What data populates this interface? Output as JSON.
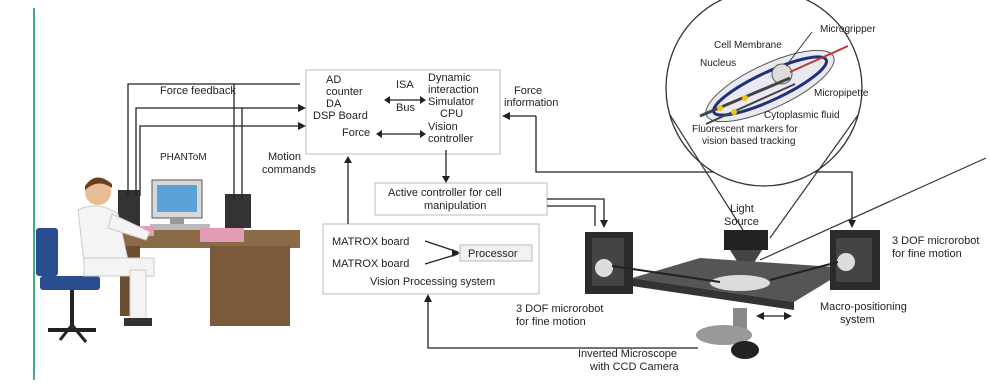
{
  "labels": {
    "force_feedback": "Force feedback",
    "phantom": "PHANToM",
    "motion_commands_1": "Motion",
    "motion_commands_2": "commands",
    "dsp_1": "AD",
    "dsp_2": "counter",
    "dsp_3": "DA",
    "dsp_4": "DSP Board",
    "isa": "ISA",
    "bus": "Bus",
    "sim_1": "Dynamic",
    "sim_2": "interaction",
    "sim_3": "Simulator",
    "sim_4": "CPU",
    "force": "Force",
    "vision_ctrl_1": "Vision",
    "vision_ctrl_2": "controller",
    "force_info_1": "Force",
    "force_info_2": "information",
    "active_1": "Active controller for cell",
    "active_2": "manipulation",
    "matrox_1": "MATROX board",
    "matrox_2": "MATROX board",
    "processor": "Processor",
    "vision_system": "Vision Processing system",
    "cell_membrane": "Cell Membrane",
    "microgripper": "Microgripper",
    "nucleus": "Nucleus",
    "micropipette": "Micropipette",
    "cytoplasmic": "Cytoplasmic fluid",
    "fluorescent_1": "Fluorescent markers for",
    "fluorescent_2": "vision based tracking",
    "light_1": "Light",
    "light_2": "Source",
    "dof_right_1": "3 DOF microrobot",
    "dof_right_2": "for fine motion",
    "dof_left_1": "3 DOF microrobot",
    "dof_left_2": "for fine motion",
    "macro_1": "Macro-positioning",
    "macro_2": "system",
    "microscope_1": "Inverted Microscope",
    "microscope_2": "with CCD Camera"
  },
  "colors": {
    "accent_line": "#3fae8a",
    "chair": "#2a4d8f",
    "desk": "#7a5a3a",
    "membrane_tool": "#c0392b",
    "platform": "#555555",
    "stage": "#333333"
  }
}
